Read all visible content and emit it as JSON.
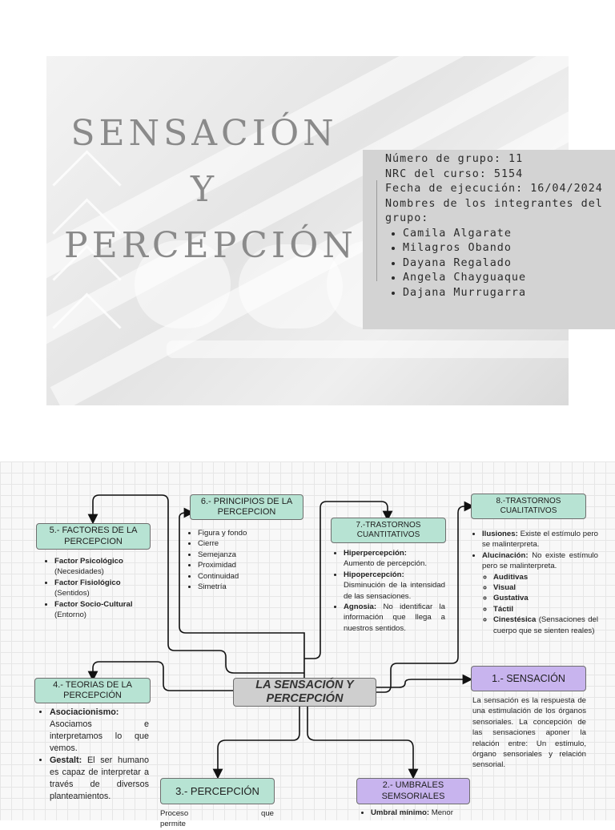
{
  "cover": {
    "title_line1": "SENSACIÓN",
    "title_line2": "Y",
    "title_line3": "PERCEPCIÓN",
    "group": "Número de grupo: 11",
    "nrc": "NRC del curso: 5154",
    "date": "Fecha de ejecución: 16/04/2024",
    "members_label": "Nombres de los integrantes del grupo:",
    "members": [
      "Camila Algarate",
      "Milagros Obando",
      "Dayana Regalado",
      "Angela Chayguaque",
      "Dajana Murrugarra"
    ]
  },
  "map": {
    "center": "LA SENSACIÓN Y PERCEPCIÓN",
    "n1": {
      "title": "1.- SENSACIÓN",
      "text": "La sensación es la respuesta de una estimulación de los órganos sensoriales. La concepción de las sensaciones aponer la relación entre: Un estímulo, órgano sensoriales y relación sensorial."
    },
    "n2": {
      "title": "2.- UMBRALES SEMSORIALES",
      "item_label": "Umbral mínimo:",
      "item_text": "Menor"
    },
    "n3": {
      "title": "3.- PERCEPCIÓN",
      "text": "Proceso que permite"
    },
    "n4": {
      "title": "4.- TEORIAS DE LA PERCEPCIÓN",
      "items": [
        {
          "label": "Asociacionismo:",
          "text": "Asociamos e interpretamos lo que vemos."
        },
        {
          "label": "Gestalt:",
          "text": "El ser humano es capaz de interpretar a través de diversos planteamientos."
        }
      ]
    },
    "n5": {
      "title": "5.- FACTORES DE LA PERCEPCION",
      "items": [
        {
          "label": "Factor Psicológico",
          "sub": "(Necesidades)"
        },
        {
          "label": "Factor Fisiológico",
          "sub": "(Sentidos)"
        },
        {
          "label": "Factor Socio-Cultural",
          "sub": "(Entorno)"
        }
      ]
    },
    "n6": {
      "title": "6.- PRINCIPIOS DE LA PERCEPCION",
      "items": [
        "Figura y fondo",
        "Cierre",
        "Semejanza",
        "Proximidad",
        "Continuidad",
        "Simetría"
      ]
    },
    "n7": {
      "title": "7.-TRASTORNOS CUANTITATIVOS",
      "items": [
        {
          "label": "Hiperpercepción:",
          "text": "Aumento de percepción."
        },
        {
          "label": "Hipopercepción:",
          "text": "Disminución de la intensidad de las sensaciones."
        },
        {
          "label": "Agnosia:",
          "text": "No identificar la información que llega a nuestros sentidos."
        }
      ]
    },
    "n8": {
      "title": "8.-TRASTORNOS CUALITATIVOS",
      "items": [
        {
          "label": "Ilusiones:",
          "text": "Existe el estímulo pero se malinterpreta."
        },
        {
          "label": "Alucinación:",
          "text": "No existe estímulo pero se malinterpreta."
        }
      ],
      "subitems": [
        "Auditivas",
        "Visual",
        "Gustativa",
        "Táctil"
      ],
      "last_sub_label": "Cinestésica",
      "last_sub_text": "(Sensaciones del cuerpo que se sienten reales)"
    }
  }
}
